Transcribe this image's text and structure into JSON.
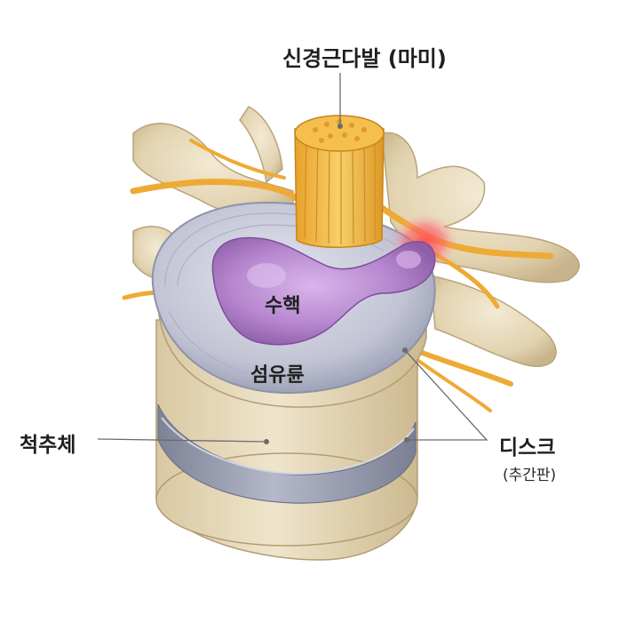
{
  "labels": {
    "cauda_equina": "신경근다발 (마미)",
    "nucleus": "수핵",
    "annulus": "섬유륜",
    "vertebral_body": "척추체",
    "disc": "디스크",
    "disc_sub": "(추간판)"
  },
  "colors": {
    "bone": "#e8dcbf",
    "bone_shadow": "#c9b791",
    "disc_band": "#9aa0b4",
    "annulus": "#c5c6d6",
    "nucleus": "#b98ad0",
    "nerve": "#f1b23a",
    "inflammation": "#f0303a",
    "leader_line": "#6b6b6b"
  }
}
